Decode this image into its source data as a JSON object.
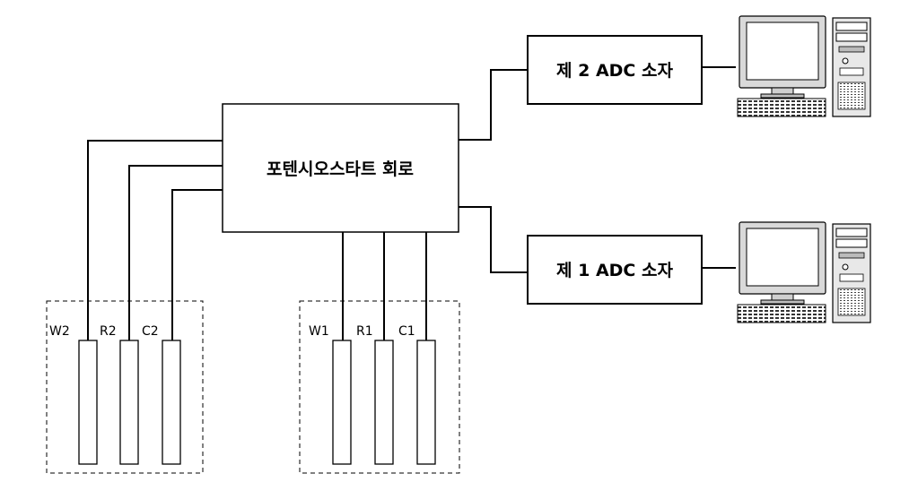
{
  "potentiostat": {
    "label": "포텐시오스타트 회로"
  },
  "adc_top": {
    "label": "제 2 ADC 소자"
  },
  "adc_bottom": {
    "label": "제 1 ADC 소자"
  },
  "electrode_group_left": {
    "labels": [
      "W2",
      "R2",
      "C2"
    ]
  },
  "electrode_group_right": {
    "labels": [
      "W1",
      "R1",
      "C1"
    ]
  },
  "computers": [
    {
      "name": "computer-top",
      "icon": "desktop-computer-icon"
    },
    {
      "name": "computer-bottom",
      "icon": "desktop-computer-icon"
    }
  ]
}
